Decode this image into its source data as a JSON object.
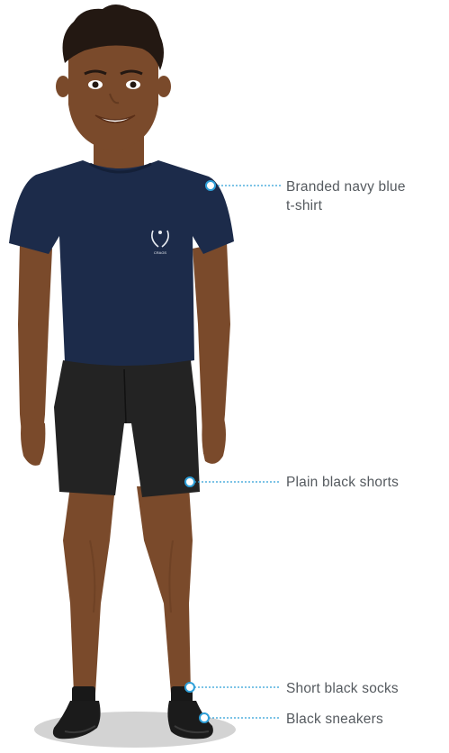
{
  "colors": {
    "skin": "#7a4a2b",
    "skin_shadow": "#633a20",
    "hair": "#231812",
    "tshirt": "#1c2b4a",
    "shorts": "#232323",
    "sock": "#181818",
    "shoe": "#1b1b1b",
    "floor_shadow": "#d3d3d3",
    "callout": "#2e9fd8",
    "label_text": "#555a5f"
  },
  "logo": {
    "icon": "laurel-wreath-icon",
    "text": "CRAGS"
  },
  "callouts": [
    {
      "id": "tshirt",
      "lines": [
        "Branded navy blue",
        "t-shirt"
      ]
    },
    {
      "id": "shorts",
      "lines": [
        "Plain black shorts"
      ]
    },
    {
      "id": "socks",
      "lines": [
        "Short black socks"
      ]
    },
    {
      "id": "sneakers",
      "lines": [
        "Black sneakers"
      ]
    }
  ]
}
